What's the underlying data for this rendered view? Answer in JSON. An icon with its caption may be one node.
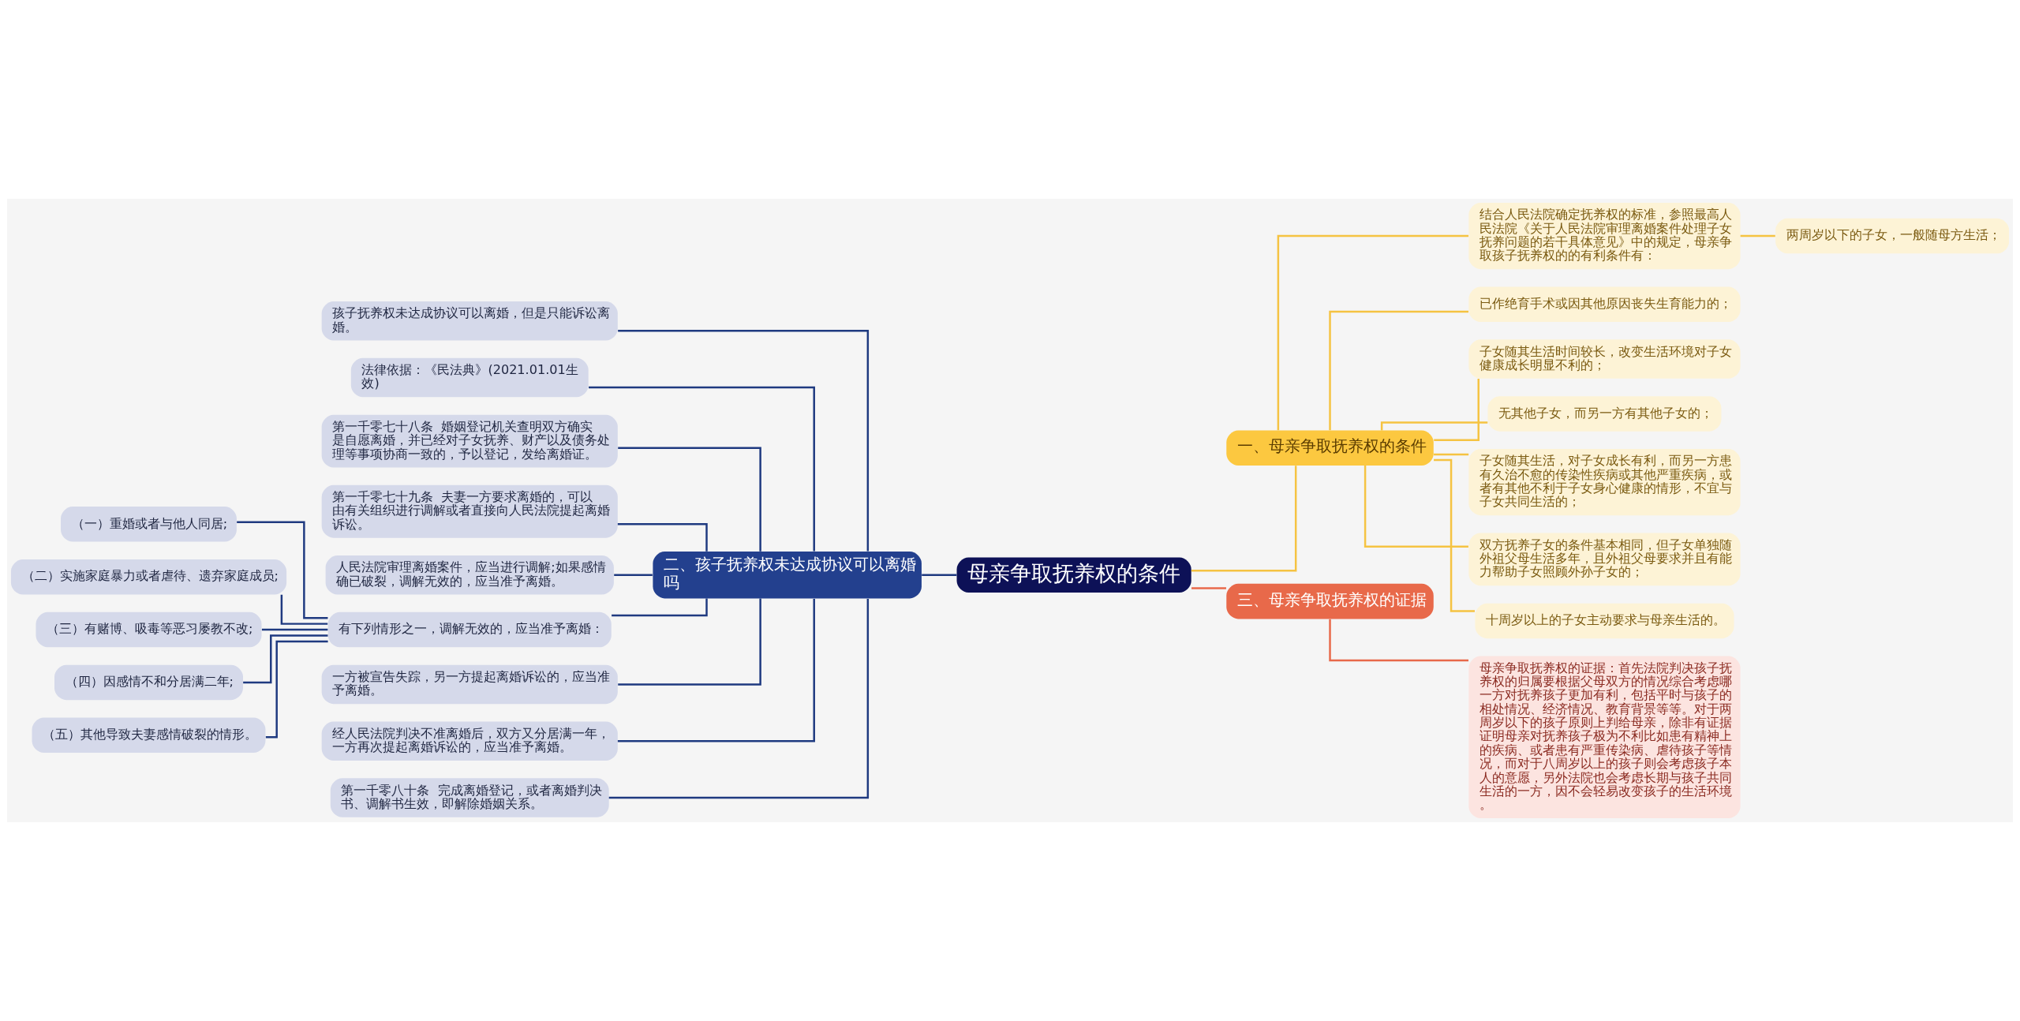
{
  "diagram": {
    "nodes": [
      {
        "text": [
          "母亲争取抚养权的条件"
        ]
      },
      {
        "text": [
          "一、母亲争取抚养权的条件"
        ]
      },
      {
        "text": [
          "结合人民法院确定抚养权的标准，参照最高人民法院《关于人民法院审理离婚案件处理子女抚养问题的若干具体意见》中的规定，母亲争取孩子抚养权的的有利条件有："
        ]
      },
      {
        "text": [
          "两周岁以下的子女，一般随母方生活；"
        ]
      },
      {
        "text": [
          "已作绝育手术或因其他原因丧失生育能力的；"
        ]
      },
      {
        "text": [
          "子女随其生活时间较长，改变生活环境对子女健康成长明显不利的；"
        ]
      },
      {
        "text": [
          "无其他子女，而另一方有其他子女的；"
        ]
      },
      {
        "text": [
          "子女随其生活，对子女成长有利，而另一方患有久治不愈的传染性疾病或其他严重疾病，或者有其他不利于子女身心健康的情形，不宜与子女共同生活的；"
        ]
      },
      {
        "text": [
          "双方抚养子女的条件基本相同，但子女单独随外祖父母生活多年，且外祖父母要求并且有能力帮助子女照顾外孙子女的；"
        ]
      },
      {
        "text": [
          "十周岁以上的子女主动要求与母亲生活的。"
        ]
      },
      {
        "text": [
          "二、孩子抚养权未达成协议可以离婚吗"
        ]
      },
      {
        "text": [
          "孩子抚养权未达成协议可以离婚，但是只能诉讼离婚。"
        ]
      },
      {
        "text": [
          "法律依据：《民法典》(2021.01.01生效)"
        ]
      },
      {
        "text": [
          "第一千零七十八条  婚姻登记机关查明双方确实是自愿离婚，并已经对子女抚养、财产以及债务处理等事项协商一致的，予以登记，发给离婚证。"
        ]
      },
      {
        "text": [
          "第一千零七十九条  夫妻一方要求离婚的，可以由有关组织进行调解或者直接向人民法院提起离婚诉讼。"
        ]
      },
      {
        "text": [
          "人民法院审理离婚案件，应当进行调解;如果感情确已破裂，调解无效的，应当准予离婚。"
        ]
      },
      {
        "text": [
          "有下列情形之一，调解无效的，应当准予离婚："
        ]
      },
      {
        "text": [
          "（一）重婚或者与他人同居;"
        ]
      },
      {
        "text": [
          "（二）实施家庭暴力或者虐待、遗弃家庭成员;"
        ]
      },
      {
        "text": [
          "（三）有赌博、吸毒等恶习屡教不改;"
        ]
      },
      {
        "text": [
          "（四）因感情不和分居满二年;"
        ]
      },
      {
        "text": [
          "（五）其他导致夫妻感情破裂的情形。"
        ]
      },
      {
        "text": [
          "一方被宣告失踪，另一方提起离婚诉讼的，应当准予离婚。"
        ]
      },
      {
        "text": [
          "经人民法院判决不准离婚后，双方又分居满一年，一方再次提起离婚诉讼的，应当准予离婚。"
        ]
      },
      {
        "text": [
          "第一千零八十条  完成离婚登记，或者离婚判决书、调解书生效，即解除婚姻关系。"
        ]
      },
      {
        "text": [
          "三、母亲争取抚养权的证据"
        ]
      },
      {
        "text": [
          "母亲争取抚养权的证据：首先法院判决孩子抚养权的归属要根据父母双方的情况综合考虑哪一方对抚养孩子更加有利，包括平时与孩子的相处情况、经济情况、教育背景等等。对于两周岁以下的孩子原则上判给母亲，除非有证据证明母亲对抚养孩子极为不利比如患有精神上的疾病、或者患有严重传染病、虐待孩子等情况，而对于八周岁以上的孩子则会考虑孩子本人的意愿，另外法院也会考虑长期与孩子共同生活的一方，因不会轻易改变孩子的生活环境。"
        ]
      }
    ],
    "edges": [
      {
        "from": 0,
        "to": 1,
        "arrow": "none",
        "color": "#f5c342"
      },
      {
        "from": 1,
        "to": 2,
        "arrow": "none",
        "color": "#f5c342"
      },
      {
        "from": 2,
        "to": 3,
        "arrow": "none",
        "color": "#f5c342"
      },
      {
        "from": 1,
        "to": 4,
        "arrow": "none",
        "color": "#f5c342"
      },
      {
        "from": 1,
        "to": 5,
        "arrow": "none",
        "color": "#f5c342"
      },
      {
        "from": 1,
        "to": 6,
        "arrow": "none",
        "color": "#f5c342"
      },
      {
        "from": 1,
        "to": 7,
        "arrow": "none",
        "color": "#f5c342"
      },
      {
        "from": 1,
        "to": 8,
        "arrow": "none",
        "color": "#f5c342"
      },
      {
        "from": 1,
        "to": 9,
        "arrow": "none",
        "color": "#f5c342"
      },
      {
        "from": 0,
        "to": 10,
        "arrow": "none"
      },
      {
        "from": 10,
        "to": 11,
        "arrow": "none"
      },
      {
        "from": 10,
        "to": 12,
        "arrow": "none"
      },
      {
        "from": 10,
        "to": 13,
        "arrow": "none"
      },
      {
        "from": 10,
        "to": 14,
        "arrow": "none"
      },
      {
        "from": 10,
        "to": 15,
        "arrow": "none"
      },
      {
        "from": 10,
        "to": 16,
        "arrow": "none"
      },
      {
        "from": 16,
        "to": 17,
        "arrow": "none"
      },
      {
        "from": 16,
        "to": 18,
        "arrow": "none"
      },
      {
        "from": 16,
        "to": 19,
        "arrow": "none"
      },
      {
        "from": 16,
        "to": 20,
        "arrow": "none"
      },
      {
        "from": 16,
        "to": 21,
        "arrow": "none"
      },
      {
        "from": 10,
        "to": 22,
        "arrow": "none"
      },
      {
        "from": 10,
        "to": 23,
        "arrow": "none"
      },
      {
        "from": 10,
        "to": 24,
        "arrow": "none"
      },
      {
        "from": 0,
        "to": 25,
        "arrow": "none",
        "color": "#e8694a"
      },
      {
        "from": 25,
        "to": 26,
        "arrow": "none",
        "color": "#e8694a"
      }
    ]
  }
}
